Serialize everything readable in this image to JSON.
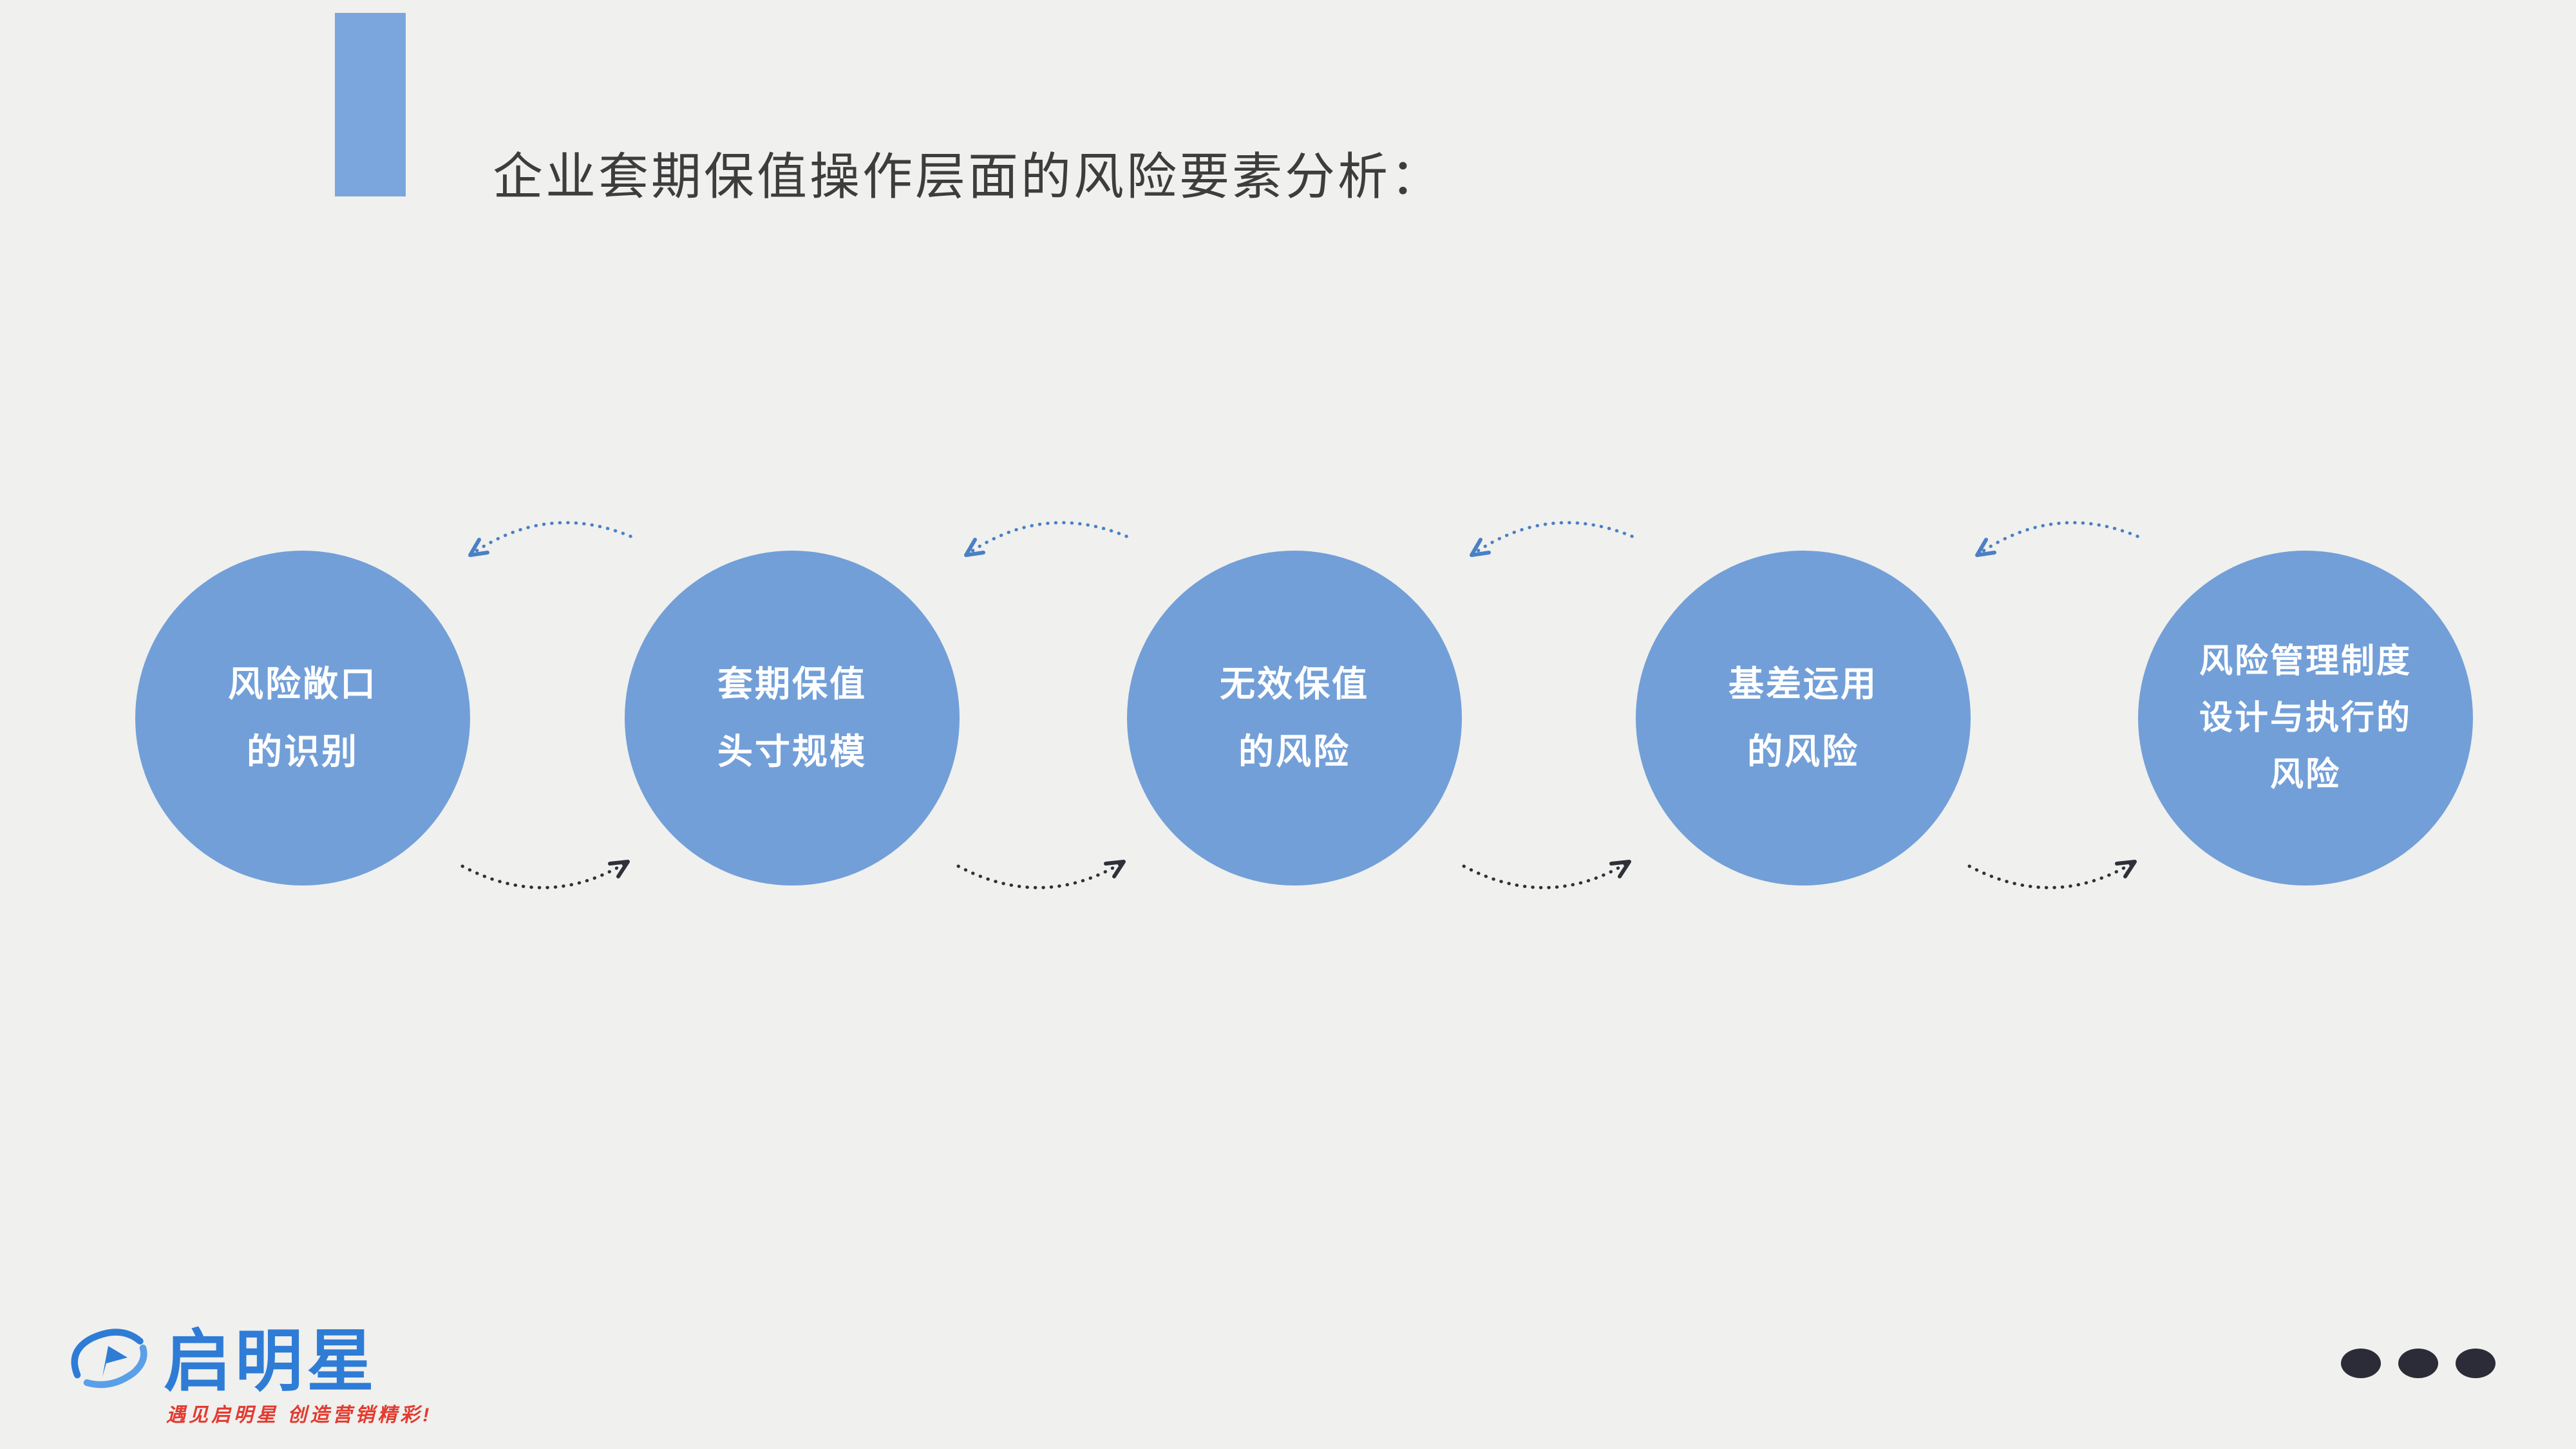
{
  "slide": {
    "title": "企业套期保值操作层面的风险要素分析："
  },
  "circles": [
    {
      "lines": [
        "风险敞口",
        "的识别"
      ]
    },
    {
      "lines": [
        "套期保值",
        "头寸规模"
      ]
    },
    {
      "lines": [
        "无效保值",
        "的风险"
      ]
    },
    {
      "lines": [
        "基差运用",
        "的风险"
      ]
    },
    {
      "lines": [
        "风险管理制度",
        "设计与执行的",
        "风险"
      ]
    }
  ],
  "footer": {
    "logo_text": "启明星",
    "tagline": "遇见启明星 创造营销精彩!"
  },
  "colors": {
    "background": "#f0f0ee",
    "accent_bar": "#7ba6dd",
    "circle_fill": "#729fd8",
    "circle_text": "#ffffff",
    "title_text": "#3d3d3d",
    "arrow_top_blue": "#4a80c4",
    "arrow_bottom_dark": "#2e3138",
    "logo_blue": "#2e7cd6",
    "tagline_red": "#e23b30",
    "pagination_dot": "#2c2c38"
  }
}
